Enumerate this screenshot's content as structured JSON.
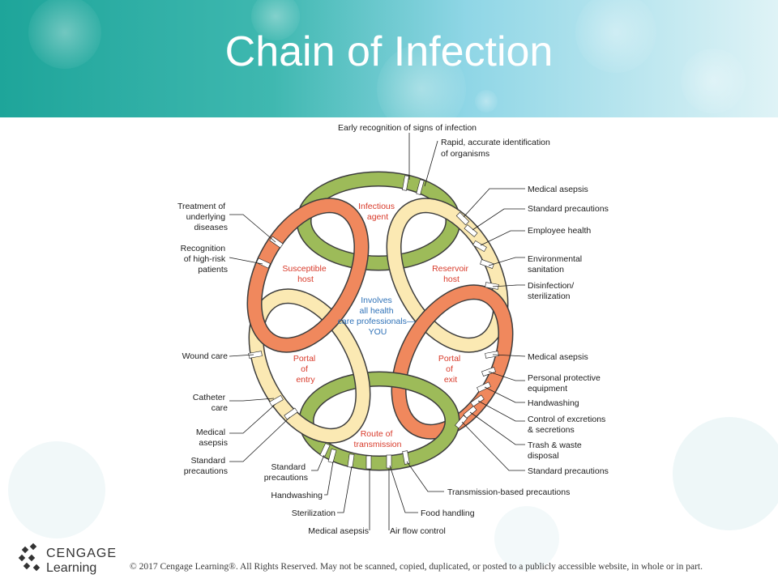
{
  "title": "Chain of Infection",
  "colors": {
    "title": "#ffffff",
    "agent_ring": "#9dbb59",
    "host_ring": "#f0885d",
    "reservoir_ring": "#fbe9b3",
    "node_text": "#d83a2a",
    "center_text": "#2f72b8"
  },
  "nodes": {
    "infectious_agent": [
      "Infectious",
      "agent"
    ],
    "reservoir_host": [
      "Reservoir",
      "host"
    ],
    "portal_of_exit": [
      "Portal",
      "of",
      "exit"
    ],
    "route_of_transmission": [
      "Route of",
      "transmission"
    ],
    "portal_of_entry": [
      "Portal",
      "of",
      "entry"
    ],
    "susceptible_host": [
      "Susceptible",
      "host"
    ]
  },
  "center": [
    "Involves",
    "all health",
    "care professionals—",
    "YOU"
  ],
  "labels": {
    "early_recognition": "Early recognition of signs of infection",
    "rapid_identification": [
      "Rapid, accurate identification",
      "of organisms"
    ],
    "medical_asepsis_reservoir": "Medical asepsis",
    "standard_precautions_reservoir": "Standard precautions",
    "employee_health": "Employee health",
    "environmental_sanitation": [
      "Environmental",
      "sanitation"
    ],
    "disinfection": [
      "Disinfection/",
      "sterilization"
    ],
    "medical_asepsis_exit": "Medical asepsis",
    "ppe": [
      "Personal protective",
      "equipment"
    ],
    "handwashing_exit": "Handwashing",
    "control_excretions": [
      "Control of excretions",
      "& secretions"
    ],
    "trash": [
      "Trash & waste",
      "disposal"
    ],
    "standard_precautions_exit": "Standard precautions",
    "transmission_based": "Transmission-based precautions",
    "food_handling": "Food handling",
    "air_flow": "Air flow control",
    "medical_asepsis_route": "Medical asepsis",
    "sterilization": "Sterilization",
    "handwashing_route": "Handwashing",
    "standard_precautions_route": [
      "Standard",
      "precautions"
    ],
    "standard_precautions_entry": [
      "Standard",
      "precautions"
    ],
    "medical_asepsis_entry": [
      "Medical",
      "asepsis"
    ],
    "catheter_care": [
      "Catheter",
      "care"
    ],
    "wound_care": "Wound care",
    "recognition_high_risk": [
      "Recognition",
      "of high-risk",
      "patients"
    ],
    "treatment_underlying": [
      "Treatment of",
      "underlying",
      "diseases"
    ]
  },
  "footer": {
    "logo_top": "CENGAGE",
    "logo_bottom": "Learning",
    "copyright": "© 2017 Cengage Learning®. All Rights Reserved. May not be scanned, copied, duplicated, or posted to a publicly accessible website, in whole or in part."
  }
}
